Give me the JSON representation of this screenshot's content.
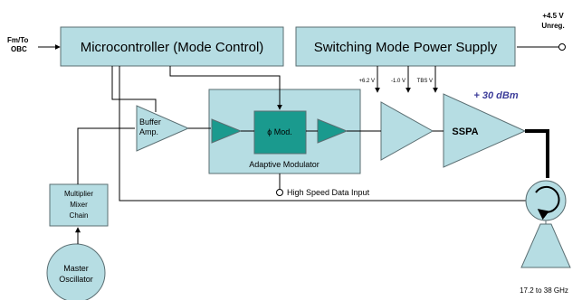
{
  "colors": {
    "block_fill": "#b6dde3",
    "block_stroke": "#5a6e72",
    "mod_fill": "#1a9a8e",
    "line": "#000000",
    "power_label": "#3d3d9a"
  },
  "labels": {
    "fm_to": "Fm/To",
    "obc": "OBC",
    "supply_voltage": "+4.5 V",
    "supply_unreg": "Unreg.",
    "microcontroller": "Microcontroller (Mode Control)",
    "power_supply": "Switching Mode Power Supply",
    "rail_1": "+6.2 V",
    "rail_2": "-1.0 V",
    "rail_3": "TBS V",
    "output_power": "+ 30 dBm",
    "buffer_amp_1": "Buffer",
    "buffer_amp_2": "Amp.",
    "phi_mod": "ϕ Mod.",
    "adaptive_modulator": "Adaptive Modulator",
    "sspa": "SSPA",
    "high_speed_data": "High Speed Data Input",
    "multiplier_1": "Multiplier",
    "multiplier_2": "Mixer",
    "multiplier_3": "Chain",
    "oscillator_1": "Master",
    "oscillator_2": "Oscillator",
    "frequency_range": "17.2 to 38 GHz"
  }
}
